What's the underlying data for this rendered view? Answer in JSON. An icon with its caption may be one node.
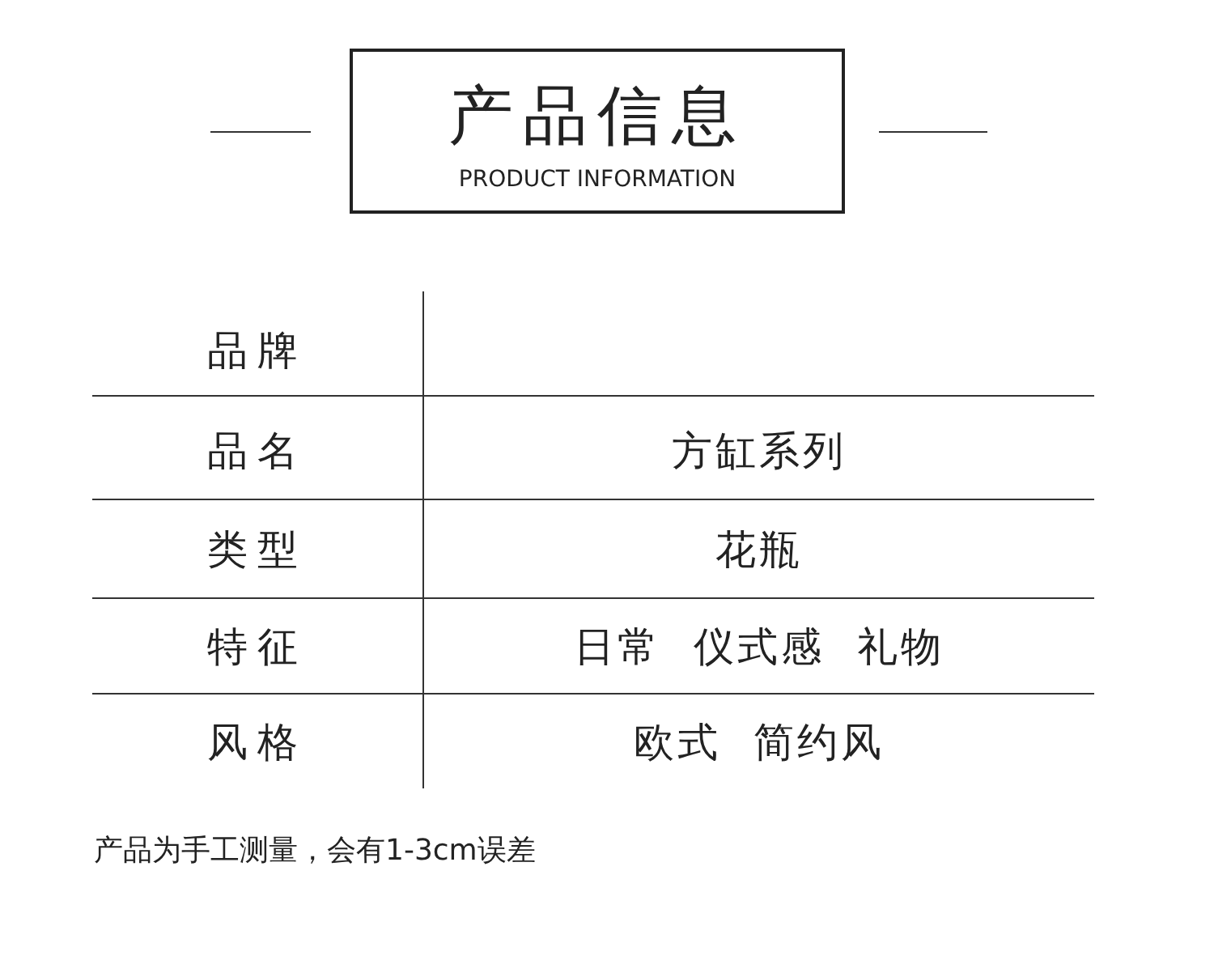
{
  "diagram": {
    "nodes": [
      {
        "text": [
          "产品信息",
          "PRODUCT INFORMATION"
        ]
      }
    ],
    "labels": [
      "品牌",
      "品名",
      "方缸系列",
      "类型",
      "花瓶",
      "特征",
      "日常  仪式感  礼物",
      "风格",
      "欧式  简约风",
      "产品为手工测量，会有1-3cm误差"
    ]
  }
}
